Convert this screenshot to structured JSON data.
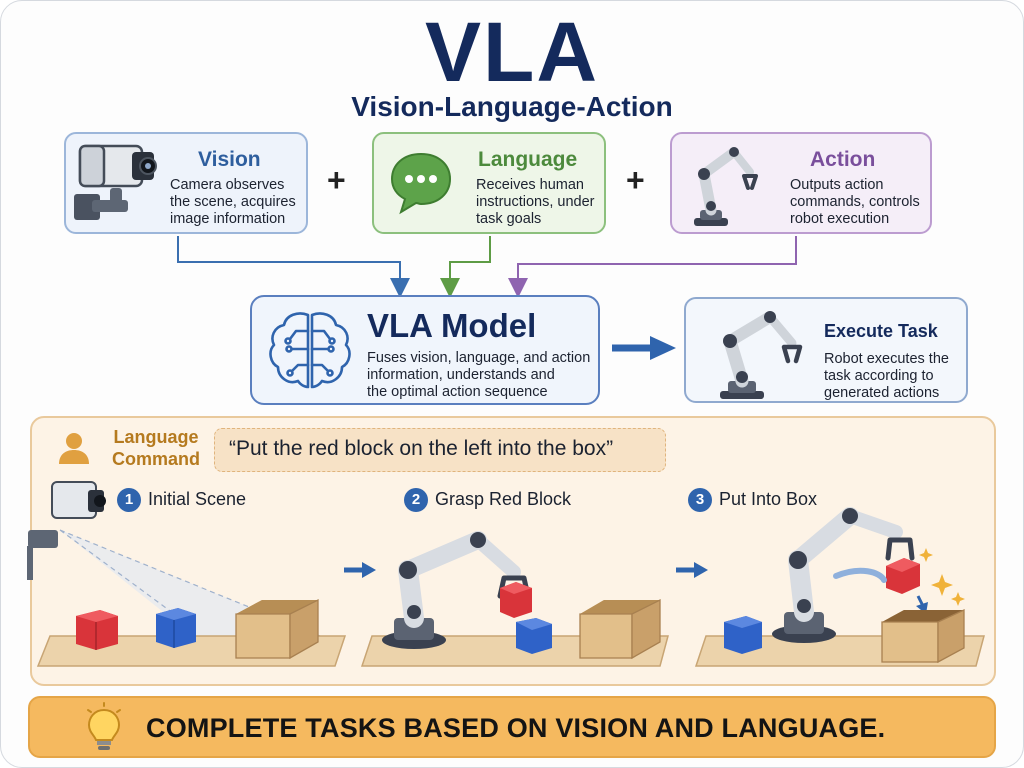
{
  "title": "VLA",
  "subtitle": "Vision-Language-Action",
  "inputs": {
    "vision": {
      "title": "Vision",
      "lines": [
        "Camera observes",
        "the scene, acquires",
        "image information"
      ],
      "color": "#2e5e9e",
      "icon": "camera-icon"
    },
    "language": {
      "title": "Language",
      "lines": [
        "Receives human",
        "instructions, under",
        "task goals"
      ],
      "color": "#4c8a3c",
      "icon": "chat-bubble-icon"
    },
    "action": {
      "title": "Action",
      "lines": [
        "Outputs action",
        "commands, controls",
        "robot execution"
      ],
      "color": "#7a4f9c",
      "icon": "robot-arm-icon"
    }
  },
  "plus_sign": "+",
  "model": {
    "title": "VLA Model",
    "lines": [
      "Fuses vision, language, and action",
      "information, understands and",
      "the optimal action sequence"
    ],
    "icon": "brain-circuit-icon"
  },
  "execute": {
    "title": "Execute Task",
    "lines": [
      "Robot executes the",
      "task according to",
      "generated actions"
    ],
    "icon": "robot-arm-icon"
  },
  "command": {
    "label_lines": [
      "Language",
      "Command"
    ],
    "text": "“Put the red block on the left into the box”",
    "icon": "person-icon"
  },
  "steps": [
    {
      "number": "1",
      "label": "Initial Scene"
    },
    {
      "number": "2",
      "label": "Grasp Red Block"
    },
    {
      "number": "3",
      "label": "Put Into Box"
    }
  ],
  "banner": {
    "text": "COMPLETE TASKS BASED ON VISION AND LANGUAGE.",
    "icon": "light-bulb-icon"
  },
  "colors": {
    "navy": "#142a5c",
    "vision_line": "#3a6fb0",
    "language_line": "#5e9c45",
    "action_line": "#8f64b0",
    "arrow_blue": "#2f64ad",
    "red_block": "#d9343a",
    "blue_block": "#2f62c8",
    "box": "#d8b27a",
    "banner": "#f5b95f"
  }
}
